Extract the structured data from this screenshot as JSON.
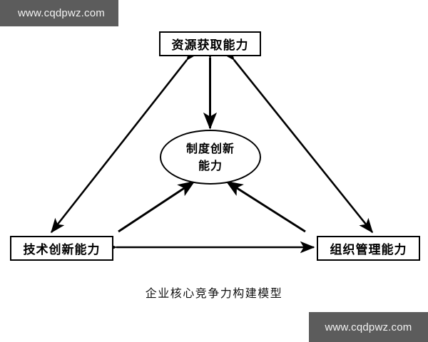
{
  "watermarks": {
    "top": "www.cqdpwz.com",
    "bottom": "www.cqdpwz.com"
  },
  "diagram": {
    "caption": "企业核心竞争力构建模型",
    "nodes": {
      "top": {
        "label": "资源获取能力",
        "shape": "rectangle"
      },
      "center": {
        "label_line1": "制度创新",
        "label_line2": "能力",
        "shape": "ellipse"
      },
      "bottom_left": {
        "label": "技术创新能力",
        "shape": "rectangle"
      },
      "bottom_right": {
        "label": "组织管理能力",
        "shape": "rectangle"
      }
    },
    "connectors": [
      {
        "from": "top",
        "to": "center",
        "style": "double-arrow",
        "orientation": "vertical"
      },
      {
        "from": "bottom_left",
        "to": "center",
        "style": "single-arrow-to-center",
        "orientation": "diagonal"
      },
      {
        "from": "bottom_right",
        "to": "center",
        "style": "single-arrow-to-center",
        "orientation": "diagonal"
      },
      {
        "from": "top",
        "to": "bottom_left",
        "style": "double-arrow",
        "orientation": "diagonal"
      },
      {
        "from": "top",
        "to": "bottom_right",
        "style": "double-arrow",
        "orientation": "diagonal"
      },
      {
        "from": "bottom_left",
        "to": "bottom_right",
        "style": "double-arrow",
        "orientation": "horizontal"
      }
    ]
  },
  "colors": {
    "watermark_background": "#5c5c5c",
    "watermark_text": "#f2f2f2",
    "stroke": "#000000",
    "page_background": "#ffffff"
  }
}
